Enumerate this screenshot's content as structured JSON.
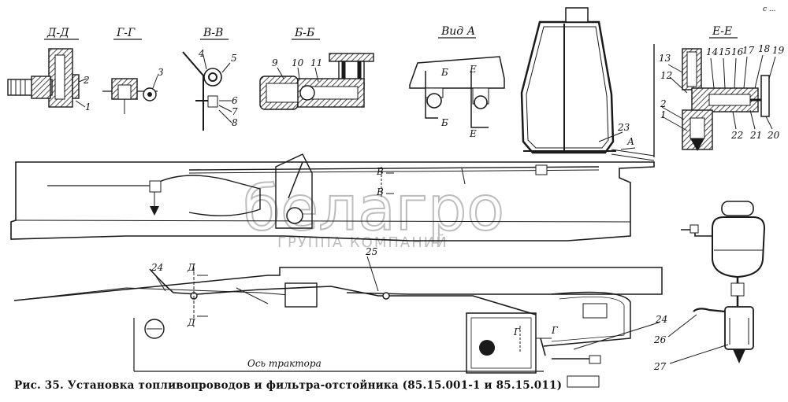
{
  "caption": "Рис. 35. Установка топливопроводов и фильтра-отстойника (85.15.001-1 и 85.15.011)",
  "page_mark": "с ...",
  "watermark": {
    "brand": "белагро",
    "subtitle": "ГРУППА КОМПАНИЙ"
  },
  "sections": {
    "dd": "Д-Д",
    "gg": "Г-Г",
    "vv": "В-В",
    "bb": "Б-Б",
    "vid_a": "Вид А",
    "ee": "Е-Е"
  },
  "axis_label": "Ось трактора",
  "letters": {
    "a": "А",
    "b": "Б",
    "v": "В",
    "g": "Г",
    "d": "Д",
    "e": "Е"
  },
  "callouts": {
    "n1": "1",
    "n2": "2",
    "n3": "3",
    "n4": "4",
    "n5": "5",
    "n6": "6",
    "n7": "7",
    "n8": "8",
    "n9": "9",
    "n10": "10",
    "n11": "11",
    "n12": "12",
    "n13": "13",
    "n14": "14",
    "n15": "15",
    "n16": "16",
    "n17": "17",
    "n18": "18",
    "n19": "19",
    "n20": "20",
    "n21": "21",
    "n22": "22",
    "n23": "23",
    "n24": "24",
    "n25": "25",
    "n26": "26",
    "n27": "27"
  }
}
